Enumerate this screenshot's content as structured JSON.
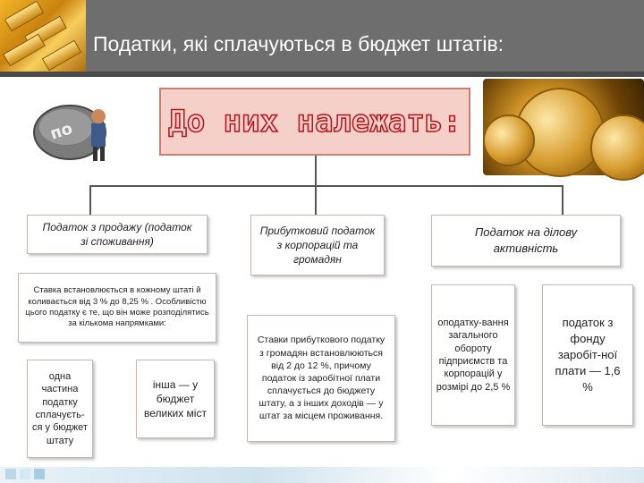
{
  "header": {
    "title": "Податки, які сплачуються в бюджет штатів:"
  },
  "main_box": {
    "text": "До них належать:"
  },
  "decor": {
    "tax_image_text": "по"
  },
  "columns": [
    {
      "heading": "Податок з продажу (податок зі споживання)",
      "description": "Ставка встановлюється в кожному штаті й коливається від 3 % до 8,25 % . Особливістю цього податку є те, що він може розподілятись за кількома напрямками:",
      "sub_boxes": [
        "одна частина податку сплачуєть-ся у бюджет штату",
        "інша — у бюджет великих міст"
      ]
    },
    {
      "heading": "Прибутковий податок з корпорацій та громадян",
      "description": "Ставки прибуткового податку з громадян встановлюються від 2 до 12 %, причому податок із заробітної плати сплачується до бюджету штату, а з інших доходів — у штат за місцем проживання."
    },
    {
      "heading": "Податок на ділову активність",
      "sub_boxes": [
        "оподатку-вання загального обороту підприємств та корпорацій у розмірі до 2,5 %",
        "податок з фонду заробіт-ної плати — 1,6 %"
      ]
    }
  ]
}
